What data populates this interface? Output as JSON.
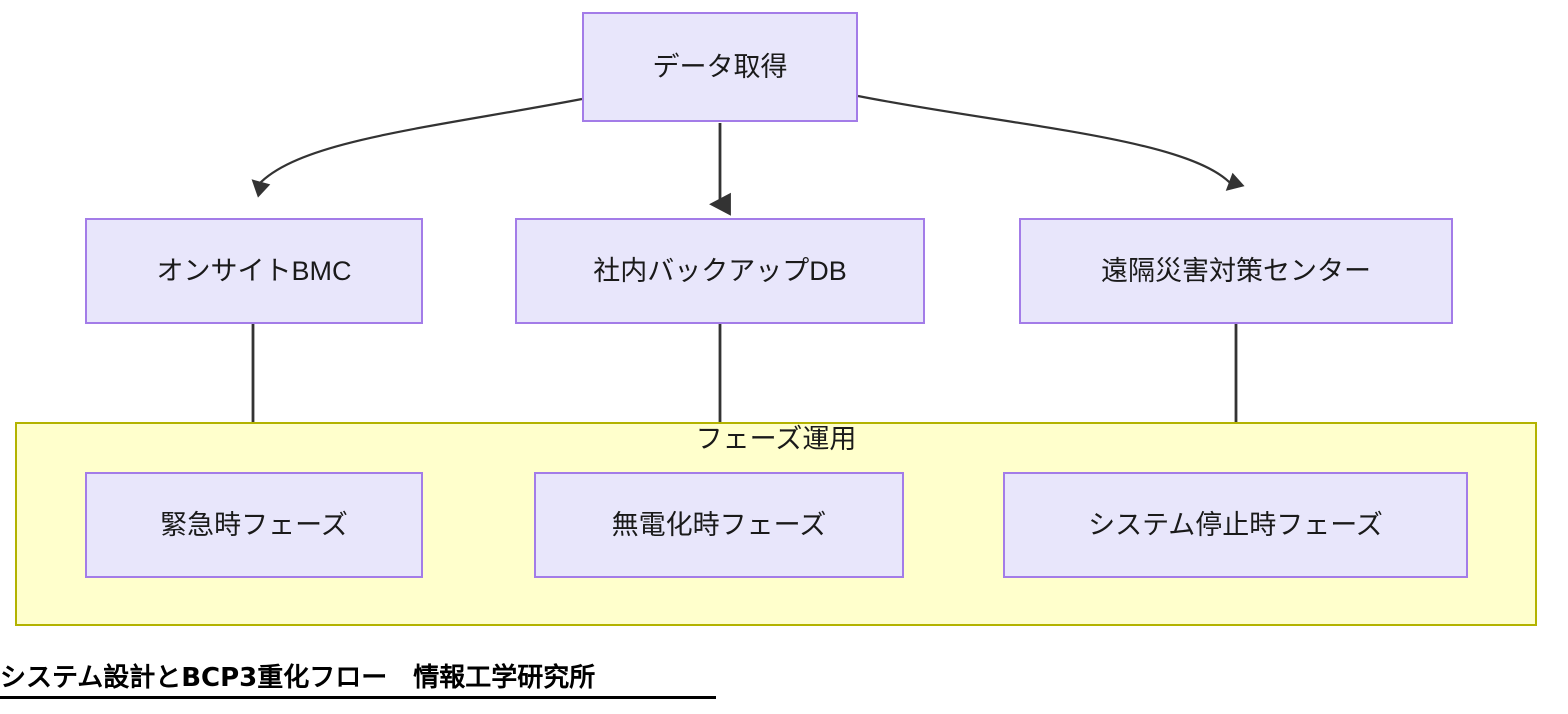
{
  "diagram": {
    "type": "flowchart",
    "background_color": "#ffffff",
    "node_fill": "#e8e6fb",
    "node_border": "#a37ce8",
    "group_fill": "#ffffcc",
    "group_border": "#b3b300",
    "edge_color": "#333333",
    "root": {
      "id": "data-acquisition",
      "label": "データ取得"
    },
    "tier2": [
      {
        "id": "onsite-bmc",
        "label": "オンサイトBMC"
      },
      {
        "id": "internal-backup-db",
        "label": "社内バックアップDB"
      },
      {
        "id": "remote-dr-center",
        "label": "遠隔災害対策センター"
      }
    ],
    "group": {
      "id": "phase-operation",
      "label": "フェーズ運用"
    },
    "tier3": [
      {
        "id": "emergency-phase",
        "label": "緊急時フェーズ"
      },
      {
        "id": "power-outage-phase",
        "label": "無電化時フェーズ"
      },
      {
        "id": "system-halt-phase",
        "label": "システム停止時フェーズ"
      }
    ],
    "edges": [
      {
        "from": "data-acquisition",
        "to": "onsite-bmc",
        "style": "curved"
      },
      {
        "from": "data-acquisition",
        "to": "internal-backup-db",
        "style": "straight"
      },
      {
        "from": "data-acquisition",
        "to": "remote-dr-center",
        "style": "curved"
      },
      {
        "from": "onsite-bmc",
        "to": "emergency-phase",
        "style": "straight"
      },
      {
        "from": "internal-backup-db",
        "to": "power-outage-phase",
        "style": "straight"
      },
      {
        "from": "remote-dr-center",
        "to": "system-halt-phase",
        "style": "straight"
      }
    ]
  },
  "caption": {
    "text": "システム設計とBCP3重化フロー　情報工学研究所"
  }
}
